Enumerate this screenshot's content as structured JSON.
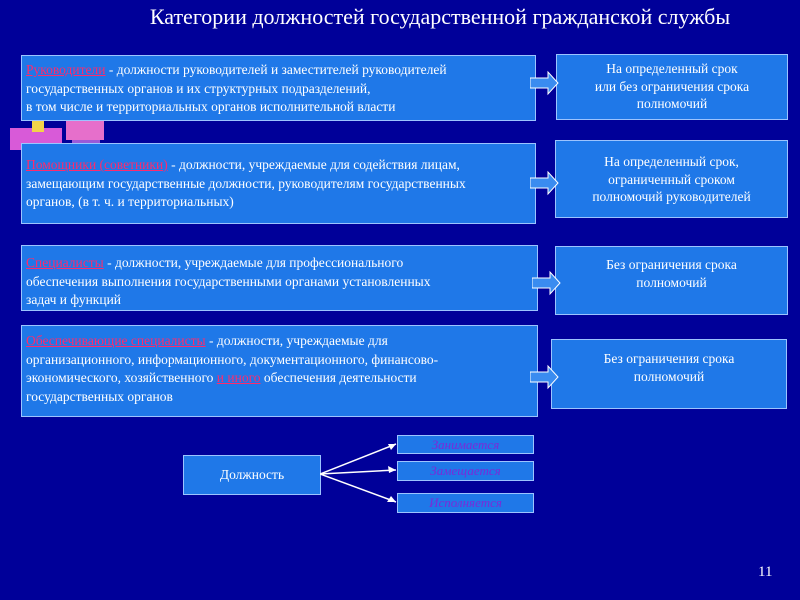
{
  "title": "Категории должностей государственной гражданской службы",
  "rows": [
    {
      "term": "Руководители",
      "lines": [
        " - должности руководителей и заместителей руководителей",
        "государственных органов и их структурных подразделений,",
        "в том числе и территориальных органов исполнительной власти"
      ],
      "term_lines": 0,
      "right": [
        "На определенный срок",
        "или без ограничения срока",
        "полномочий"
      ]
    },
    {
      "term": "Помощники (советники)",
      "lines": [
        " - должности, учреждаемые для содействия лицам,",
        " замещающим государственные должности, руководителям государственных",
        " органов, (в  т. ч. и территориальных)"
      ],
      "right": [
        "На определенный срок,",
        " ограниченный  сроком",
        "полномочий руководителей"
      ]
    },
    {
      "term": "Специалисты",
      "lines": [
        " - должности, учреждаемые для профессионального",
        "обеспечения выполнения  государственными органами установленных",
        " задач и функций"
      ],
      "right": [
        "Без ограничения срока",
        "полномочий"
      ]
    },
    {
      "term": "Обеспечивающие специалисты",
      "lines": [
        " - должности, учреждаемые для",
        "организационного, информационного, документационного, финансово-",
        "экономического,  хозяйственного ",
        " государственных органов"
      ],
      "inline_term": "и иного",
      "inline_tail": "обеспечения деятельности",
      "right": [
        "Без ограничения срока",
        "полномочий"
      ]
    }
  ],
  "position_box": {
    "label": "Должность"
  },
  "verbs": [
    "Занимается",
    "Замещается",
    "Исполняется"
  ],
  "page_number": "11",
  "colors": {
    "background": "#000099",
    "box": "#1f78e8",
    "term": "#ff2a6d",
    "verb": "#7a2bd8"
  }
}
